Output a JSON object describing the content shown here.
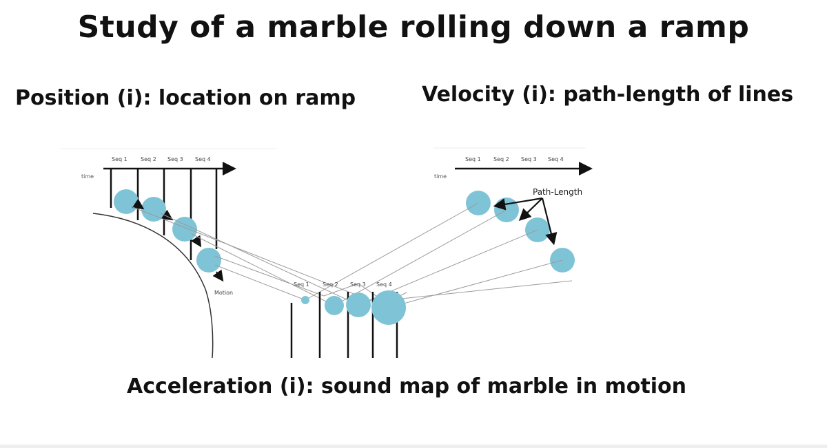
{
  "title": "Study of a marble rolling down a ramp",
  "panels": {
    "position": {
      "heading": "Position (i): location on ramp",
      "axis_label": "time",
      "seq_labels": [
        "Seq 1",
        "Seq 2",
        "Seq 3",
        "Seq 4"
      ],
      "motion_label": "Motion"
    },
    "velocity": {
      "heading": "Velocity (i): path-length of lines",
      "axis_label": "time",
      "seq_labels": [
        "Seq 1",
        "Seq 2",
        "Seq 3",
        "Seq 4"
      ],
      "path_length_label": "Path-Length"
    },
    "acceleration": {
      "heading": "Acceleration (i): sound map of marble in motion",
      "seq_labels": [
        "Seq 1",
        "Seq 2",
        "Seq 3",
        "Seq 4"
      ]
    }
  },
  "colors": {
    "marble": "#7fc4d6",
    "line": "#111111",
    "guide": "#9a9a9a"
  }
}
